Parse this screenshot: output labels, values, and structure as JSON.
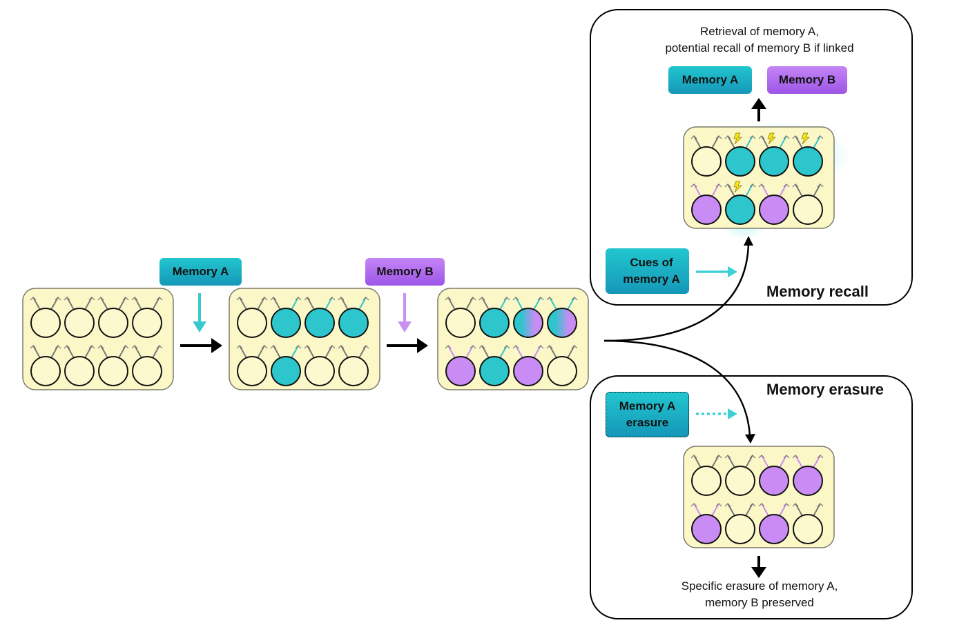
{
  "labels": {
    "memory_a": "Memory A",
    "memory_b": "Memory B",
    "recall_a": "Memory A",
    "recall_b": "Memory B",
    "cues_line1": "Cues of",
    "cues_line2": "memory A",
    "erasure_line1": "Memory A",
    "erasure_line2": "erasure",
    "recall_title": "Memory recall",
    "erasure_title": "Memory erasure",
    "recall_caption_line1": "Retrieval of memory A,",
    "recall_caption_line2": "potential recall of memory B if linked",
    "erasure_caption_line1": "Specific erasure of memory A,",
    "erasure_caption_line2": "memory B preserved"
  },
  "colors": {
    "panel_fill": "#fbf7c6",
    "neuron_empty": "#fdf9cf",
    "memory_a": "#2cc6cc",
    "memory_b": "#c98cf4",
    "arrow": "#000000",
    "cue_arrow": "#3ed0d6"
  },
  "states": {
    "initial": [
      [
        "e",
        "e",
        "e",
        "e"
      ],
      [
        "e",
        "e",
        "e",
        "e"
      ]
    ],
    "after_a": [
      [
        "e",
        "a",
        "a",
        "a"
      ],
      [
        "e",
        "a",
        "e",
        "e"
      ]
    ],
    "after_b": [
      [
        "e",
        "a",
        "ab",
        "ab"
      ],
      [
        "b",
        "a",
        "b",
        "e"
      ]
    ],
    "recall": [
      [
        "e",
        "a",
        "a",
        "a"
      ],
      [
        "b",
        "a",
        "b",
        "e"
      ]
    ],
    "erasure": [
      [
        "e",
        "e",
        "b",
        "b"
      ],
      [
        "b",
        "e",
        "b",
        "e"
      ]
    ]
  }
}
